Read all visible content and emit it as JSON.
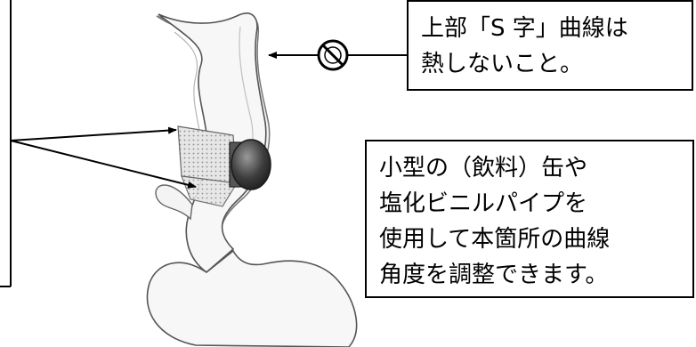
{
  "notes": {
    "top": {
      "lines": [
        "上部「S 字」曲線は",
        "熱しないこと。"
      ]
    },
    "bottom": {
      "lines": [
        "小型の（飲料）缶や",
        "塩化ビニルパイプを",
        "使用して本箇所の曲線",
        "角度を調整できます。"
      ]
    }
  },
  "icons": {
    "prohibited": "prohibition-icon",
    "can": "can-icon"
  }
}
